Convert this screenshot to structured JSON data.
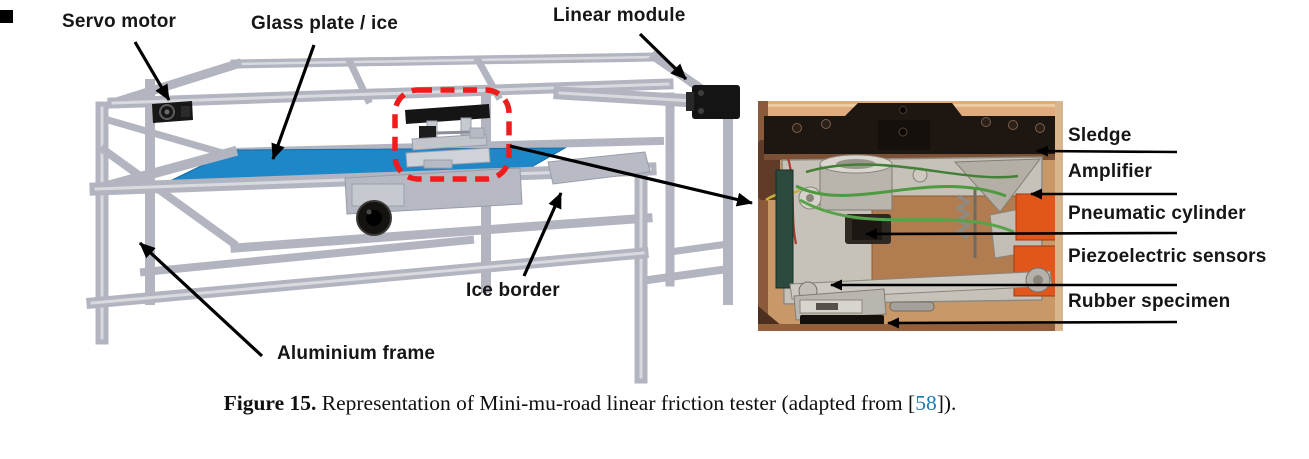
{
  "figure": {
    "diagram": {
      "labels": {
        "servo_motor": "Servo motor",
        "glass_plate": "Glass plate / ice",
        "linear_module": "Linear module",
        "ice_border": "Ice border",
        "aluminium_frame": "Aluminium frame"
      }
    },
    "photo": {
      "labels": [
        "Sledge",
        "Amplifier",
        "Pneumatic cylinder",
        "Piezoelectric sensors",
        "Rubber specimen"
      ]
    },
    "caption": {
      "figure_label": "Figure 15.",
      "body": " Representation of Mini-mu-road linear friction tester (adapted from [",
      "reference": "58",
      "tail": "])."
    },
    "colors": {
      "glass_plate_blue": "#1d87c8",
      "highlight_red": "#ee1c1c",
      "reference_blue": "#2077b4",
      "frame_gray": "#b2b5bf",
      "amplifier_orange": "#e0561b"
    }
  }
}
